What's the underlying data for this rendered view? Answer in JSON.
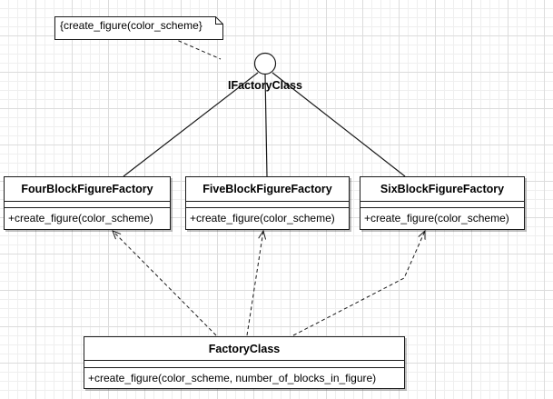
{
  "interface": {
    "name": "IFactoryClass"
  },
  "note": {
    "text": "{create_figure(color_scheme}"
  },
  "classes": {
    "four": {
      "name": "FourBlockFigureFactory",
      "operation": "+create_figure(color_scheme)"
    },
    "five": {
      "name": "FiveBlockFigureFactory",
      "operation": "+create_figure(color_scheme)"
    },
    "six": {
      "name": "SixBlockFigureFactory",
      "operation": "+create_figure(color_scheme)"
    },
    "factory": {
      "name": "FactoryClass",
      "operation": "+create_figure(color_scheme, number_of_blocks_in_figure)"
    }
  },
  "colors": {
    "stroke": "#1a1a1a",
    "grid": "#dcdcdc",
    "background": "#ffffff"
  }
}
